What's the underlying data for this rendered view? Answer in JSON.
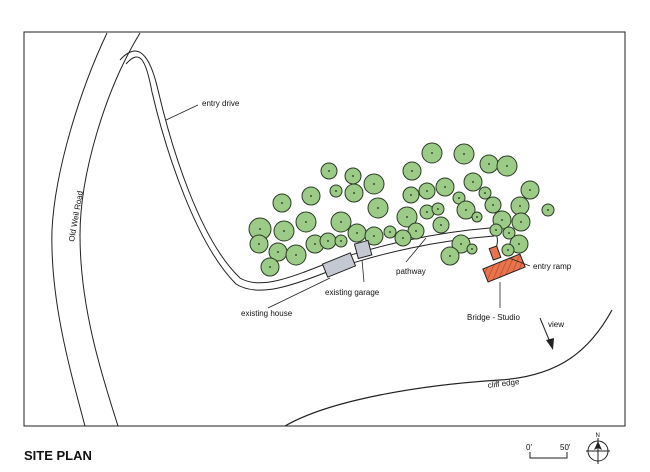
{
  "title": "SITE PLAN",
  "labels": {
    "road": "Old Weil Road",
    "entry_drive": "entry drive",
    "existing_house": "existing house",
    "existing_garage": "existing garage",
    "pathway": "pathway",
    "entry_ramp": "entry ramp",
    "bridge_studio": "Bridge - Studio",
    "view": "view",
    "cliff_edge": "cliff edge"
  },
  "scale_bar": {
    "start": "0'",
    "end": "50'"
  },
  "north": "N",
  "colors": {
    "tree_fill": "#9bcb86",
    "tree_stroke": "#2b3a26",
    "building_fill": "#c4c8d2",
    "studio_fill": "#e8744f",
    "line": "#222222"
  }
}
